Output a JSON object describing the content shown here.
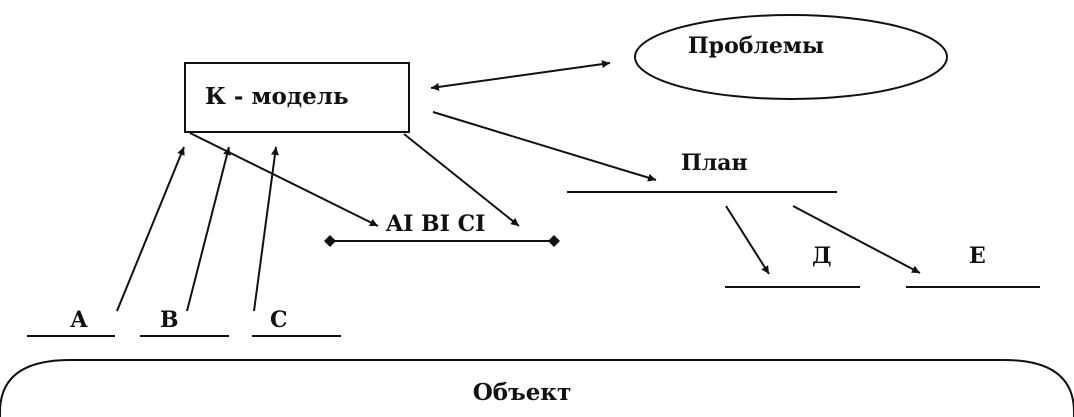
{
  "diagram": {
    "model_box": {
      "label": "К - модель"
    },
    "problems": {
      "label": "Проблемы"
    },
    "abc_prime": {
      "label": "AI BI CI"
    },
    "plan": {
      "label": "План"
    },
    "input_a": {
      "label": "А"
    },
    "input_b": {
      "label": "В"
    },
    "input_c": {
      "label": "С"
    },
    "output_d": {
      "label": "Д"
    },
    "output_e": {
      "label": "Е"
    },
    "object": {
      "label": "Объект"
    }
  }
}
